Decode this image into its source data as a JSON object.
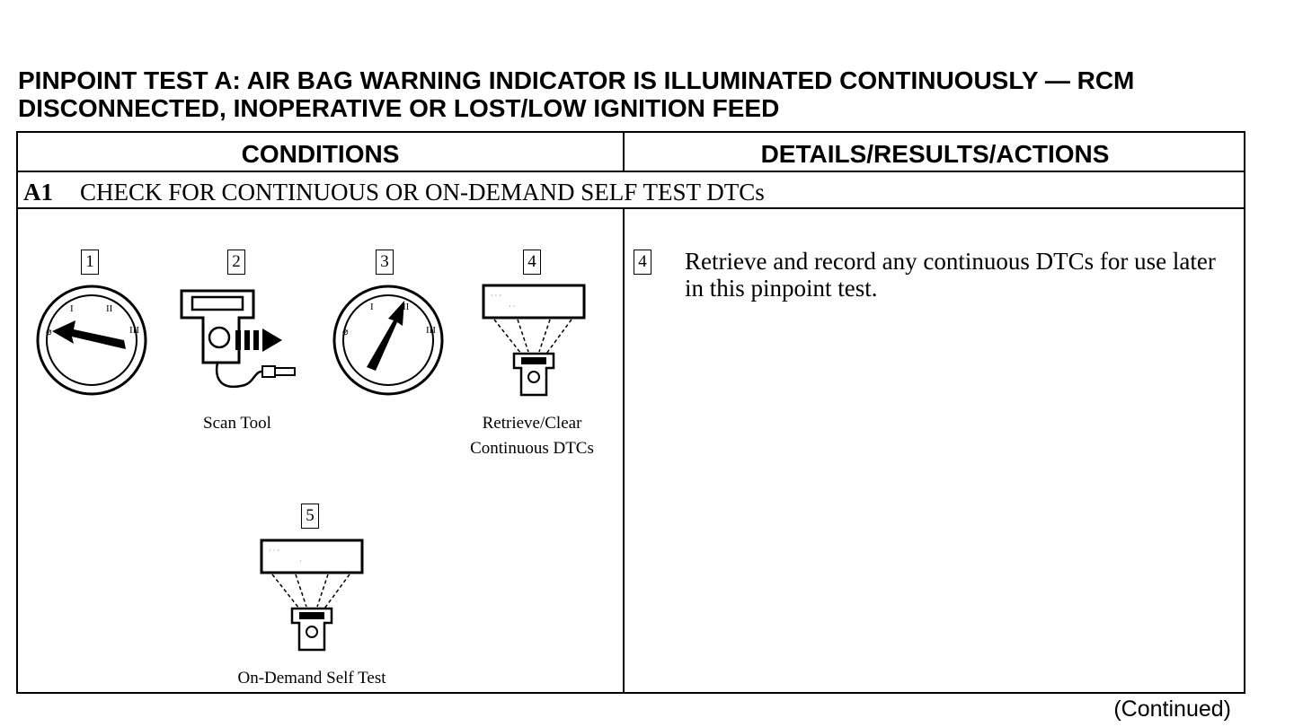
{
  "title": {
    "line1": "PINPOINT TEST A: AIR BAG WARNING INDICATOR IS ILLUMINATED CONTINUOUSLY — RCM",
    "line2": "DISCONNECTED, INOPERATIVE OR LOST/LOW IGNITION FEED"
  },
  "table": {
    "col_conditions": "CONDITIONS",
    "col_details": "DETAILS/RESULTS/ACTIONS",
    "step_id": "A1",
    "step_title": "CHECK FOR CONTINUOUS OR ON-DEMAND SELF TEST DTCs"
  },
  "figures": [
    {
      "number": "1",
      "caption": "",
      "icon": "ignition-off-icon"
    },
    {
      "number": "2",
      "caption": "Scan Tool",
      "icon": "scan-tool-icon"
    },
    {
      "number": "3",
      "caption": "",
      "icon": "ignition-run-icon"
    },
    {
      "number": "4",
      "caption_line1": "Retrieve/Clear",
      "caption_line2": "Continuous DTCs",
      "icon": "retrieve-dtc-icon"
    },
    {
      "number": "5",
      "caption": "On-Demand Self Test",
      "icon": "self-test-icon"
    }
  ],
  "details": {
    "ref_number": "4",
    "text": "Retrieve and record any continuous DTCs for use later in this pinpoint test."
  },
  "footer": {
    "continued": "(Continued)"
  }
}
